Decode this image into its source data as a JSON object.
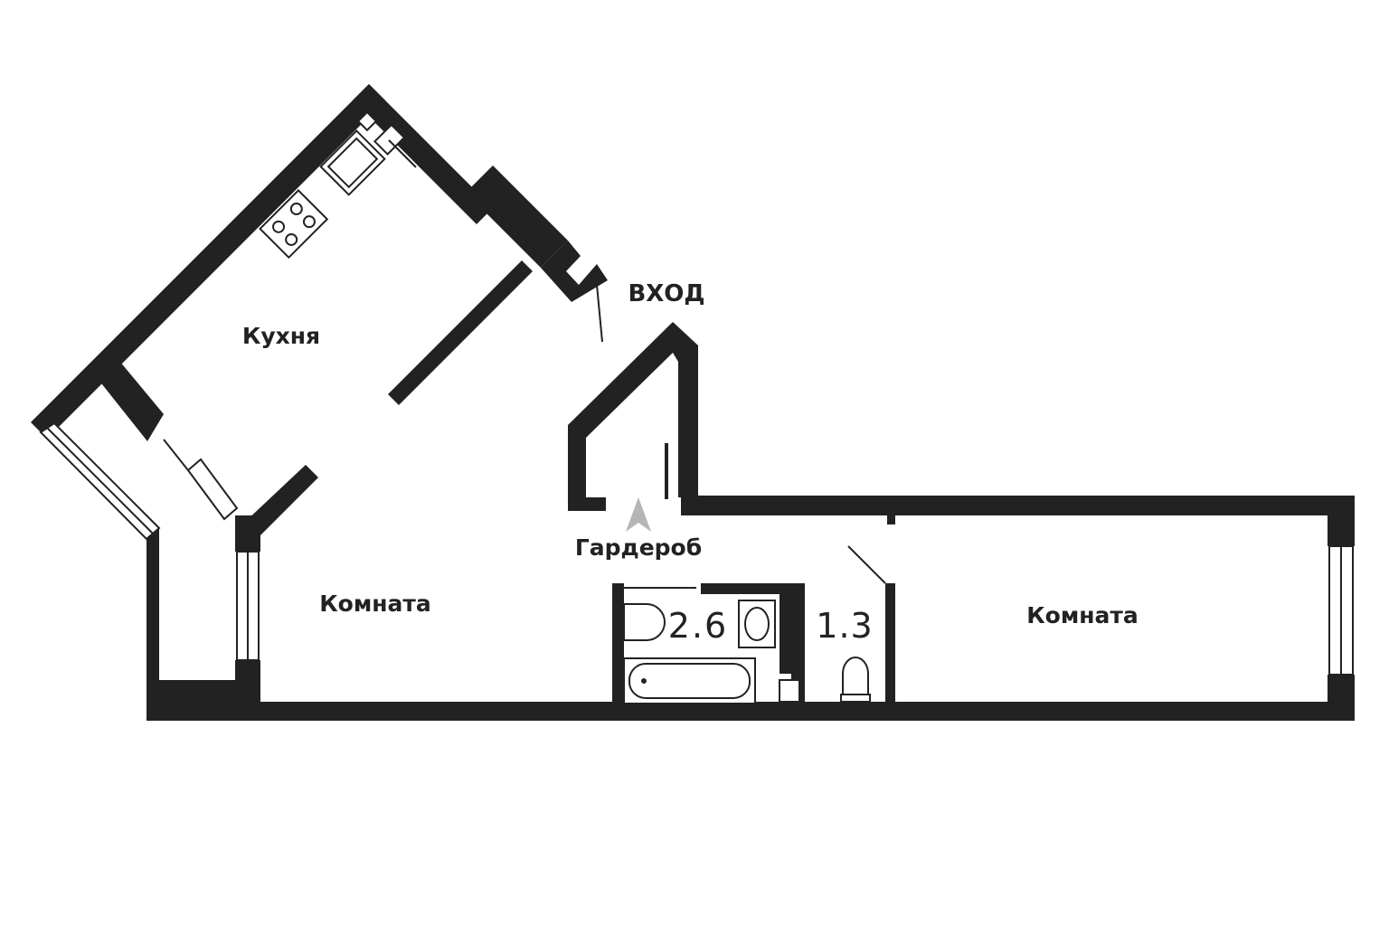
{
  "rooms": {
    "kitchen": {
      "label": "Кухня"
    },
    "room_left": {
      "label": "Комната"
    },
    "room_right": {
      "label": "Комната"
    },
    "wardrobe": {
      "label": "Гардероб"
    },
    "bathroom": {
      "area": "2.6"
    },
    "toilet": {
      "area": "1.3"
    }
  },
  "entrance": {
    "label": "ВХОД"
  },
  "colors": {
    "wall": "#222222",
    "arrow": "#b5b5b5",
    "background": "#ffffff"
  },
  "icons": {
    "entrance_arrow": "arrow-up-icon",
    "stove": "stove-icon",
    "sink": "sink-icon",
    "bathtub": "bathtub-icon",
    "toilet": "toilet-icon"
  }
}
